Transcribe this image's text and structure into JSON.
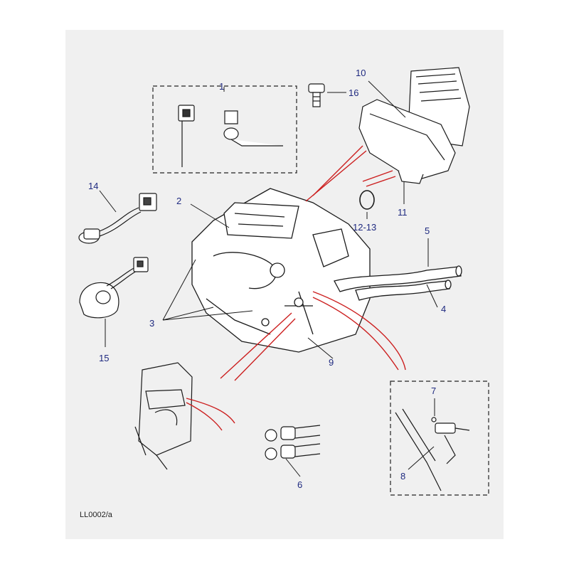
{
  "figure": {
    "reference": "LL0002/a",
    "callouts": {
      "c1": "1",
      "c2": "2",
      "c3": "3",
      "c4": "4",
      "c5": "5",
      "c6": "6",
      "c7": "7",
      "c8": "8",
      "c9": "9",
      "c10": "10",
      "c11": "11",
      "c12_13": "12-13",
      "c14": "14",
      "c15": "15",
      "c16": "16"
    }
  },
  "colors": {
    "panel": "#f0f0f0",
    "line": "#1a1a1a",
    "leader": "#1a1a1a",
    "callout_text": "#1f2a80",
    "highlight": "#cc1f1f"
  }
}
